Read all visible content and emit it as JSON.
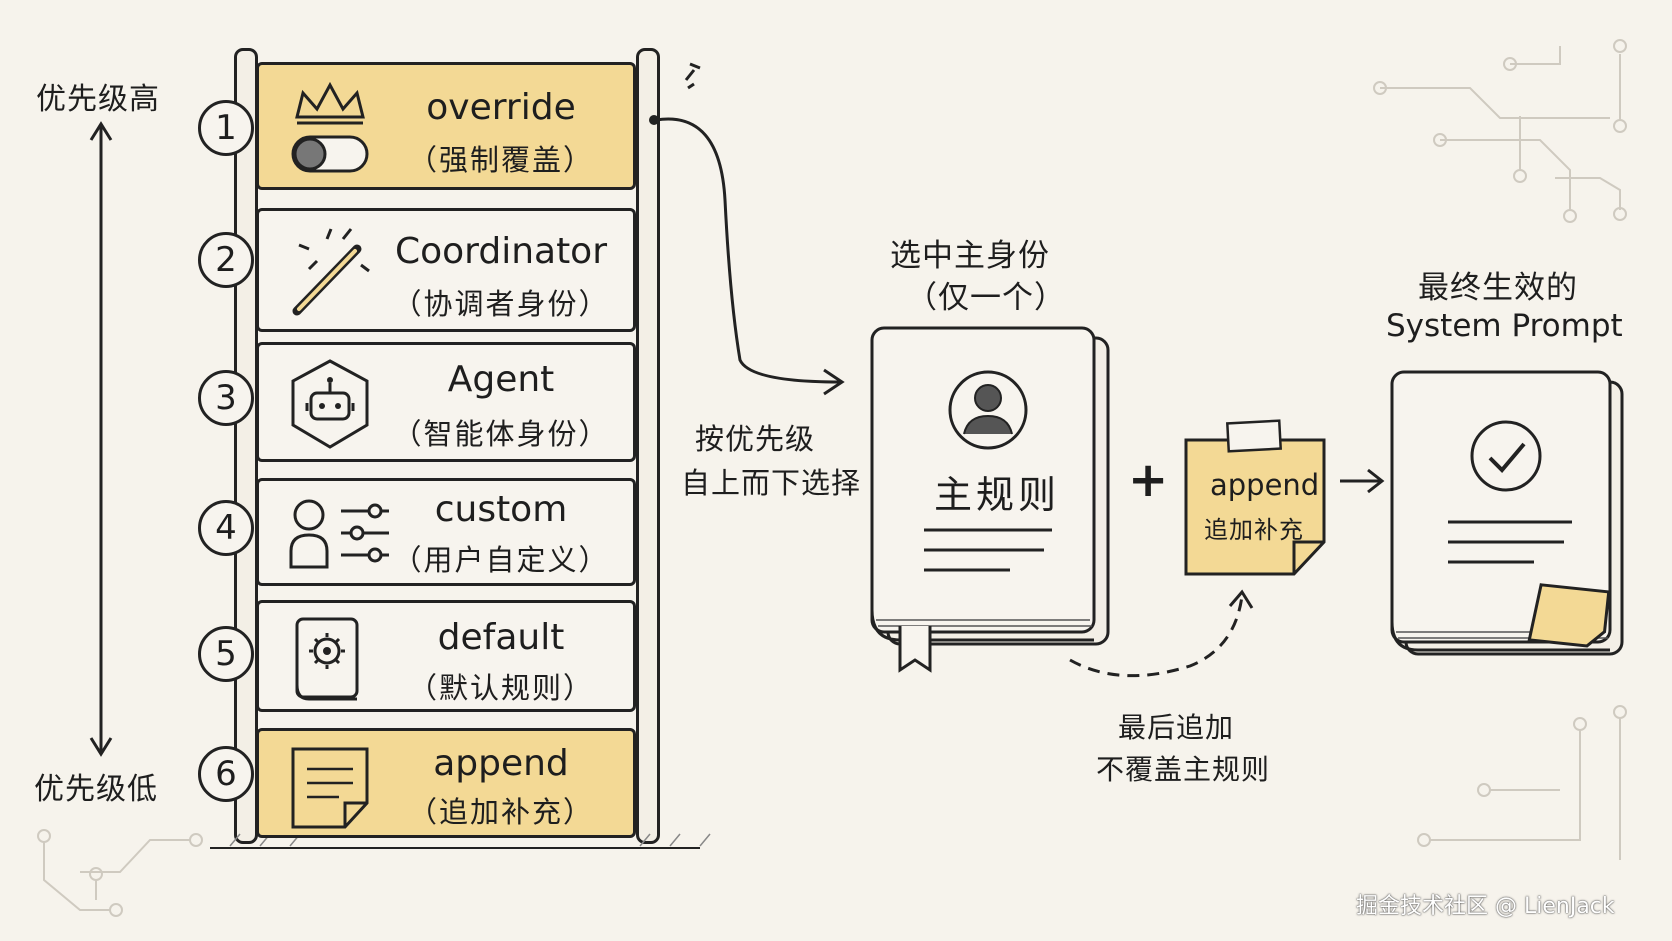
{
  "priority": {
    "high": "优先级高",
    "low": "优先级低"
  },
  "ladder": [
    {
      "num": "1",
      "title": "override",
      "subtitle": "（强制覆盖）",
      "icon": "crown-toggle-icon",
      "highlight": true
    },
    {
      "num": "2",
      "title": "Coordinator",
      "subtitle": "（协调者身份）",
      "icon": "magic-wand-icon",
      "highlight": false
    },
    {
      "num": "3",
      "title": "Agent",
      "subtitle": "（智能体身份）",
      "icon": "robot-hexagon-icon",
      "highlight": false
    },
    {
      "num": "4",
      "title": "custom",
      "subtitle": "（用户自定义）",
      "icon": "user-sliders-icon",
      "highlight": false
    },
    {
      "num": "5",
      "title": "default",
      "subtitle": "（默认规则）",
      "icon": "gear-book-icon",
      "highlight": false
    },
    {
      "num": "6",
      "title": "append",
      "subtitle": "（追加补充）",
      "icon": "sticky-note-icon",
      "highlight": true
    }
  ],
  "flow": {
    "order_line1": "按优先级",
    "order_line2": "自上而下选择",
    "select_line1": "选中主身份",
    "select_line2": "（仅一个）",
    "main_book_label": "主规则",
    "plus": "+",
    "append_note_title": "append",
    "append_note_sub": "追加补充",
    "final_line1": "最终生效的",
    "final_line2": "System Prompt",
    "append_caption_line1": "最后追加",
    "append_caption_line2": "不覆盖主规则"
  },
  "watermark": "掘金技术社区 @ LienJack",
  "colors": {
    "highlight": "#f3d995",
    "ink": "#222222",
    "background": "#f6f3ec"
  }
}
